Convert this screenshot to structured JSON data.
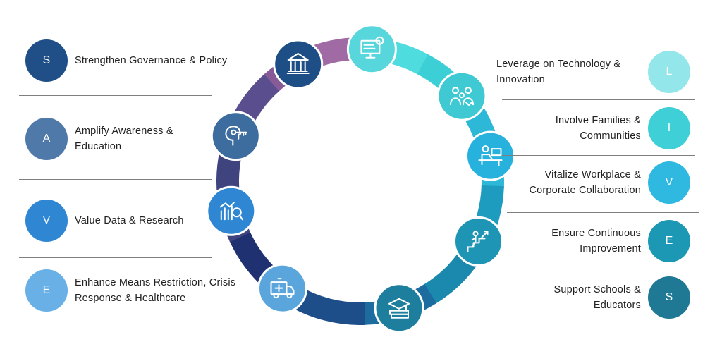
{
  "left_items": [
    {
      "letter": "S",
      "text": "Strengthen Governance & Policy",
      "color": "#1f4f86"
    },
    {
      "letter": "A",
      "text": "Amplify Awareness & Education",
      "color": "#4f79a8"
    },
    {
      "letter": "V",
      "text": "Value Data & Research",
      "color": "#2f86d2"
    },
    {
      "letter": "E",
      "text": "Enhance Means Restriction, Crisis Response & Healthcare",
      "color": "#69b0e6"
    }
  ],
  "right_items": [
    {
      "letter": "L",
      "text": "Leverage on Technology & Innovation",
      "color": "#93e6ea"
    },
    {
      "letter": "I",
      "text": "Involve Families & Communities",
      "color": "#3fcfd6"
    },
    {
      "letter": "V",
      "text": "Vitalize Workplace & Corporate Collaboration",
      "color": "#2fb9e0"
    },
    {
      "letter": "E",
      "text": "Ensure Continuous Improvement",
      "color": "#1c98b4"
    },
    {
      "letter": "S",
      "text": "Support Schools & Educators",
      "color": "#1f7994"
    }
  ],
  "ring_icons": [
    {
      "icon": "government-building-icon",
      "color": "#1e4e86"
    },
    {
      "icon": "computer-settings-icon",
      "color": "#57d6dc"
    },
    {
      "icon": "family-icon",
      "color": "#3fc9d2"
    },
    {
      "icon": "workstation-icon",
      "color": "#27b2dd"
    },
    {
      "icon": "climbing-stairs-icon",
      "color": "#1e95b4"
    },
    {
      "icon": "graduation-books-icon",
      "color": "#1e7e9e"
    },
    {
      "icon": "ambulance-icon",
      "color": "#5aa6dc"
    },
    {
      "icon": "data-analysis-icon",
      "color": "#2f86d2"
    },
    {
      "icon": "mind-key-icon",
      "color": "#3d6c9e"
    }
  ]
}
